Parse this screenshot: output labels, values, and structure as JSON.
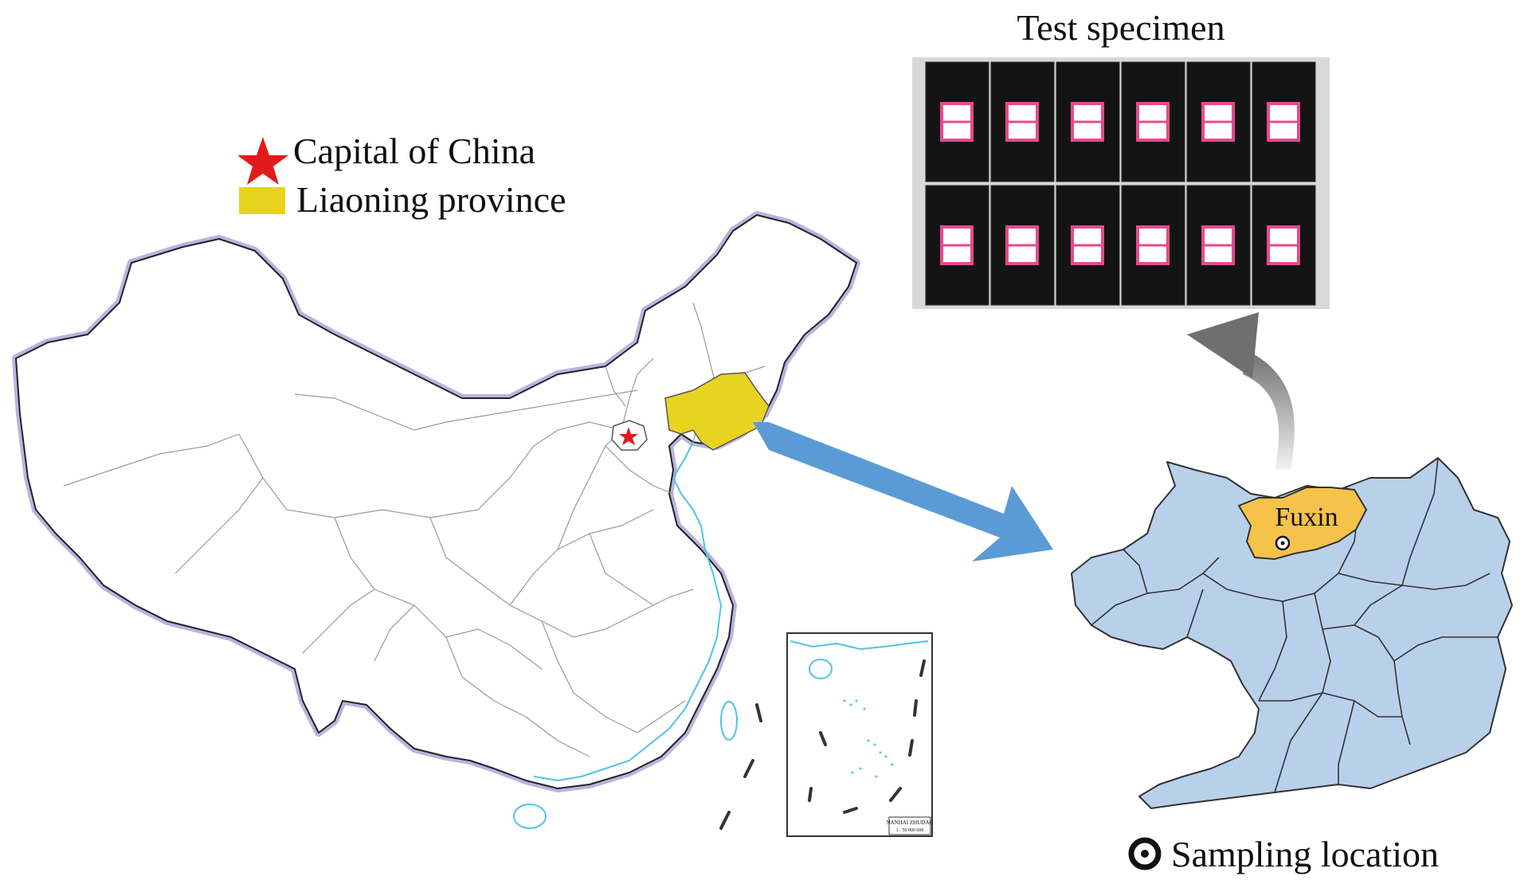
{
  "legend": {
    "capital_label": "Capital of China",
    "province_label": "Liaoning province",
    "capital_color": "#e01b1b",
    "province_color": "#e8d321"
  },
  "specimen": {
    "title": "Test specimen",
    "count": 12
  },
  "liaoning_map": {
    "city_label": "Fuxin",
    "fill_color": "#b8d0ea",
    "city_color": "#f5c24a"
  },
  "sampling": {
    "label": "Sampling location"
  },
  "inset": {
    "caption_line1": "NANHAI ZHUDAO",
    "caption_line2": "1 : 56 000 000"
  },
  "colors": {
    "arrow_blue": "#5b9bd5",
    "arrow_gray": "#888888",
    "coast_blue": "#4fc3e8",
    "border_glow": "#b9b3df"
  }
}
